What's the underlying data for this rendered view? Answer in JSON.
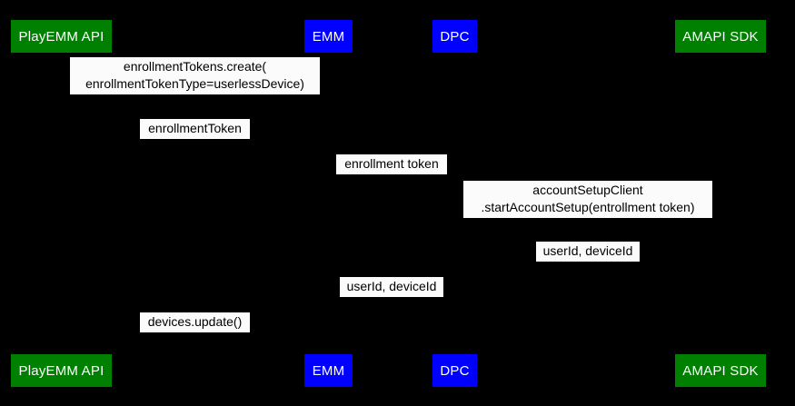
{
  "diagram": {
    "type": "uml-sequence-diagram",
    "background_color": "#000000",
    "participant_green_color": "#008000",
    "participant_blue_color": "#0000ff",
    "label_background_color": "#fbfbfb",
    "label_text_color": "#000000",
    "participant_text_color": "#ffffff"
  },
  "participants_top": [
    {
      "label": "PlayEMM API",
      "color": "green"
    },
    {
      "label": "EMM",
      "color": "blue"
    },
    {
      "label": "DPC",
      "color": "blue"
    },
    {
      "label": "AMAPI SDK",
      "color": "green"
    }
  ],
  "participants_bottom": [
    {
      "label": "PlayEMM API",
      "color": "green"
    },
    {
      "label": "EMM",
      "color": "blue"
    },
    {
      "label": "DPC",
      "color": "blue"
    },
    {
      "label": "AMAPI SDK",
      "color": "green"
    }
  ],
  "messages": [
    {
      "line1": "enrollmentTokens.create(",
      "line2": "enrollmentTokenType=userlessDevice)",
      "from": "EMM",
      "to": "PlayEMM API"
    },
    {
      "line1": "enrollmentToken",
      "line2": "",
      "from": "PlayEMM API",
      "to": "EMM"
    },
    {
      "line1": "enrollment token",
      "line2": "",
      "from": "EMM",
      "to": "DPC"
    },
    {
      "line1": "accountSetupClient",
      "line2": ".startAccountSetup(entrollment token)",
      "from": "DPC",
      "to": "AMAPI SDK"
    },
    {
      "line1": "userId, deviceId",
      "line2": "",
      "from": "AMAPI SDK",
      "to": "DPC"
    },
    {
      "line1": "userId, deviceId",
      "line2": "",
      "from": "DPC",
      "to": "EMM"
    },
    {
      "line1": "devices.update()",
      "line2": "",
      "from": "EMM",
      "to": "PlayEMM API"
    }
  ]
}
